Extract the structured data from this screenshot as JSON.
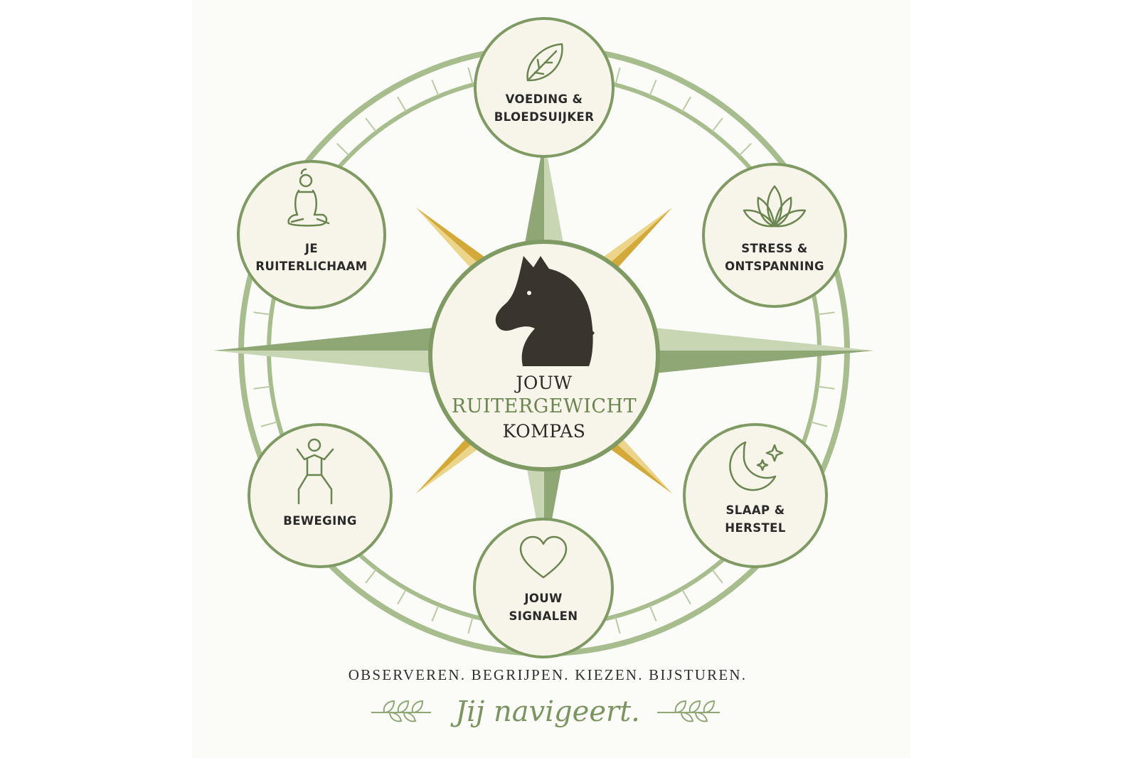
{
  "title": {
    "line1": "JOUW",
    "line2": "RUITERGEWICHT",
    "line3": "KOMPAS"
  },
  "topics": [
    {
      "line1": "VOEDING &",
      "line2": "BLOEDSUIJKER",
      "icon": "leaf-icon"
    },
    {
      "line1": "STRESS &",
      "line2": "ONTSPANNING",
      "icon": "lotus-icon"
    },
    {
      "line1": "SLAAP &",
      "line2": "HERSTEL",
      "icon": "moon-stars-icon"
    },
    {
      "line1": "JOUW",
      "line2": "SIGNALEN",
      "icon": "heart-icon"
    },
    {
      "line1": "BEWEGING",
      "line2": "",
      "icon": "exercise-figure-icon"
    },
    {
      "line1": "JE",
      "line2": "RUITERLICHAAM",
      "icon": "meditating-figure-icon"
    }
  ],
  "tagline": "OBSERVEREN. BEGRIJPEN. KIEZEN. BIJSTUREN.",
  "signoff": "Jij navigeert.",
  "colors": {
    "sage": "#8ea774",
    "sage_dark": "#6b8550",
    "sage_light": "#c8d6b4",
    "gold": "#d3a93a",
    "gold_light": "#ecd58a",
    "cream": "#f7f4ea",
    "horse": "#3a352c"
  }
}
